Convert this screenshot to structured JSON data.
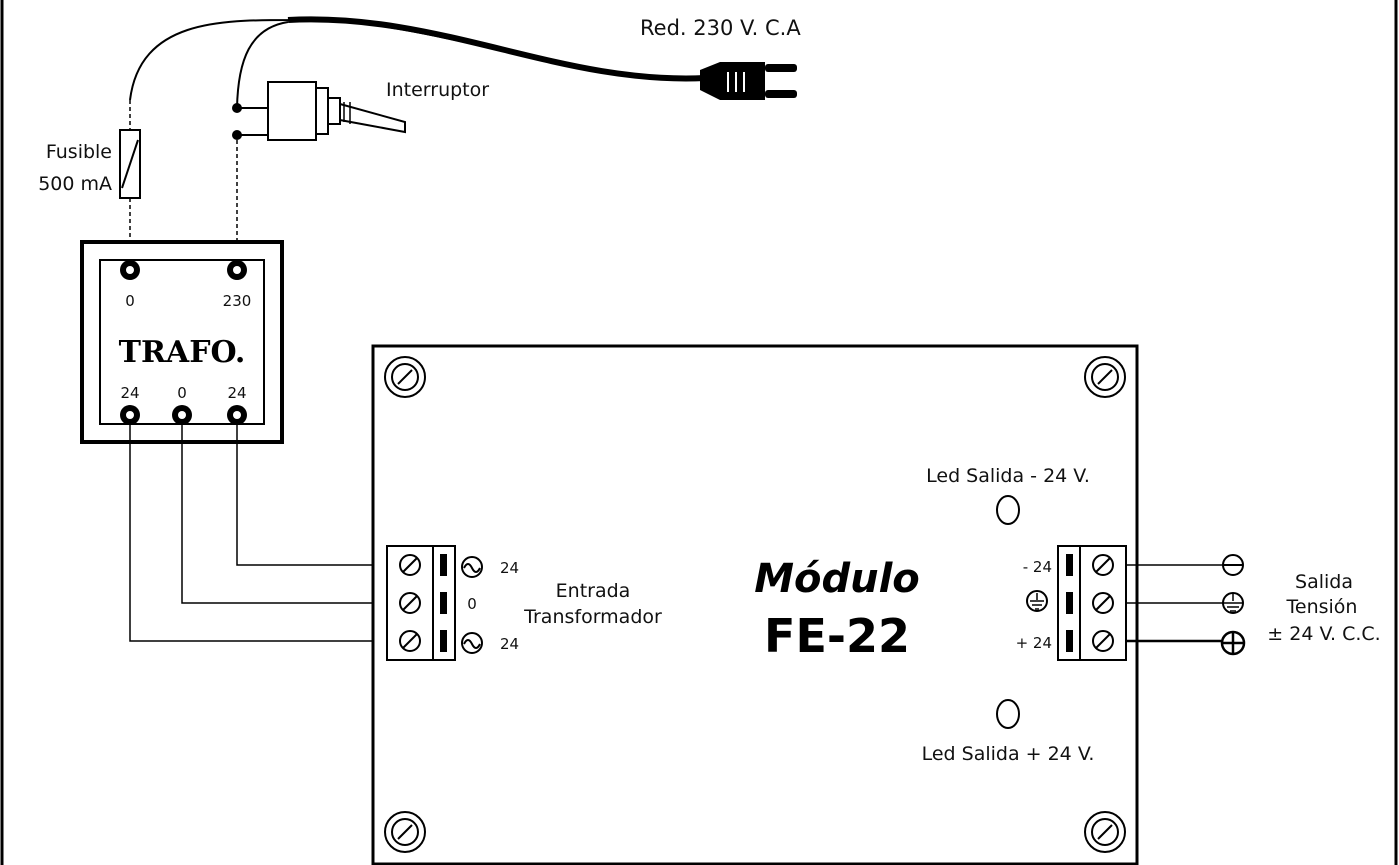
{
  "mains": {
    "label": "Red. 230 V. C.A"
  },
  "switch": {
    "label": "Interruptor"
  },
  "fuse": {
    "label_line1": "Fusible",
    "label_line2": "500 mA"
  },
  "transformer": {
    "name": "TRAFO.",
    "primary_terminals": [
      "0",
      "230"
    ],
    "secondary_terminals": [
      "24",
      "0",
      "24"
    ]
  },
  "module": {
    "title_line1": "Módulo",
    "title_line2": "FE-22"
  },
  "input_block": {
    "label_line1": "Entrada",
    "label_line2": "Transformador",
    "terminals": [
      "24",
      "0",
      "24"
    ]
  },
  "output_block": {
    "terminals": [
      "- 24",
      "",
      "+ 24"
    ]
  },
  "leds": {
    "top_label": "Led Salida - 24 V.",
    "bottom_label": "Led Salida + 24 V."
  },
  "output": {
    "label_line1": "Salida",
    "label_line2": "Tensión",
    "label_line3": "± 24 V. C.C."
  },
  "colors": {
    "ink": "#000000",
    "paper": "#ffffff"
  }
}
